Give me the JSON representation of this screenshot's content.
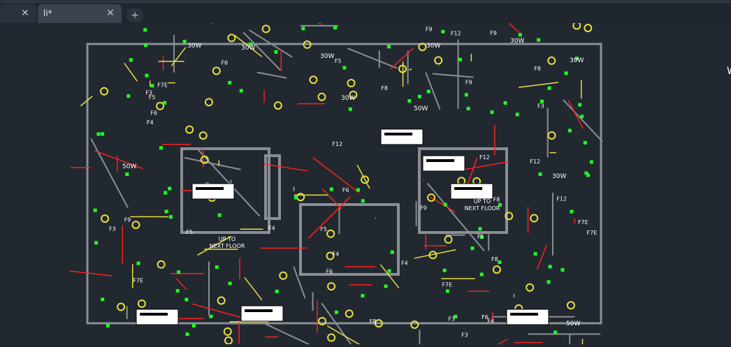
{
  "tabs": [
    {
      "label": "",
      "closable": true
    },
    {
      "label": "li*",
      "closable": true,
      "active": true
    }
  ],
  "new_tab": "+",
  "close_glyph": "✕",
  "drawing": {
    "labels_power": [
      "30W",
      "30W",
      "30W",
      "30W",
      "30W",
      "30W",
      "50W",
      "50W",
      "30W",
      "30W",
      "50W"
    ],
    "labels_fixture": [
      "F8",
      "F3",
      "F5",
      "F6",
      "F7E",
      "F4",
      "F9",
      "F12"
    ],
    "up_to_next_floor": [
      "UP TO",
      "NEXT FLOOR"
    ],
    "side_text": "W",
    "colors": {
      "background": "#212830",
      "walls": "#8a8f95",
      "red": "#ff2020",
      "yellow": "#e8e040",
      "green": "#20ff20",
      "white": "#ffffff"
    }
  }
}
